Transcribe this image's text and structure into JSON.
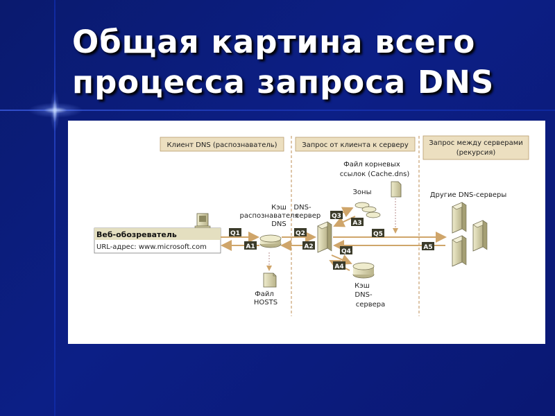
{
  "slide": {
    "title_line1": "Общая картина всего",
    "title_line2": "процесса запроса DNS"
  },
  "diagram": {
    "zones": {
      "client": "Клиент DNS (распознаватель)",
      "client_server": "Запрос от клиента к серверу",
      "server_server_line1": "Запрос между серверами",
      "server_server_line2": "(рекурсия)"
    },
    "browser": {
      "title": "Веб-обозреватель",
      "url": "URL-адрес: www.microsoft.com"
    },
    "resolver_cache": {
      "line1": "Кэш",
      "line2": "распознавателя",
      "line3": "DNS"
    },
    "hosts_file": {
      "line1": "Файл",
      "line2": "HOSTS"
    },
    "dns_server": {
      "line1": "DNS-",
      "line2": "сервер"
    },
    "root_hints": {
      "line1": "Файл корневых",
      "line2": "ссылок (Cache.dns)"
    },
    "zones_label": "Зоны",
    "server_cache": {
      "line1": "Кэш",
      "line2": "DNS-",
      "line3": "сервера"
    },
    "other_servers": "Другие DNS-серверы",
    "badges": {
      "q1": "Q1",
      "a1": "A1",
      "q2": "Q2",
      "a2": "A2",
      "q3": "Q3",
      "a3": "A3",
      "q4": "Q4",
      "a4": "A4",
      "q5": "Q5",
      "a5": "A5"
    },
    "colors": {
      "zone_header_bg": "#ecdfc0",
      "badge_bg": "#3b3b2a",
      "arrow": "#d4b07a",
      "device": "#d8d3a3",
      "divider": "#c8a070"
    }
  }
}
